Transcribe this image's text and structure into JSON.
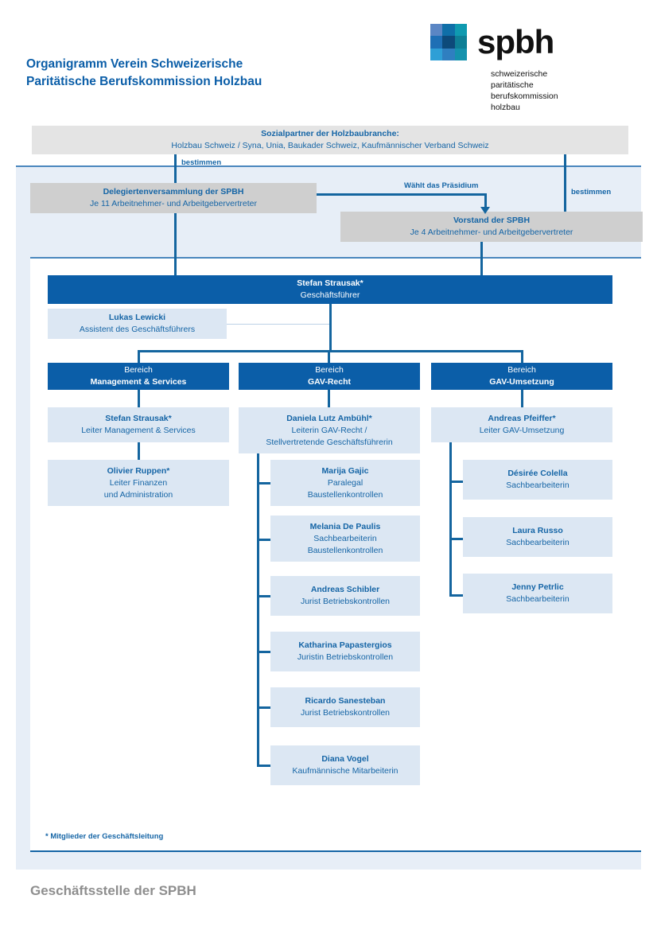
{
  "header": {
    "title_line1": "Organigramm Verein Schweizerische",
    "title_line2": "Paritätische Berufskommission Holzbau",
    "logo_word": "spbh",
    "logo_sub_line1": "schweizerische",
    "logo_sub_line2": "paritätische",
    "logo_sub_line3": "berufskommission",
    "logo_sub_line4": "holzbau",
    "logo_colors": [
      "#5b86c4",
      "#0f6fa8",
      "#0f9ab0",
      "#1f6fb5",
      "#0d4a7a",
      "#0e7f96",
      "#2e9fd6",
      "#2f7fc0",
      "#1592ad"
    ]
  },
  "colors": {
    "navy": "#0b5ea8",
    "accent_line": "#14659f",
    "light_box": "#dce7f3",
    "gray_box": "#cfcfcf",
    "panel_blue": "#e7eef7",
    "text_blue": "#1565a6",
    "caption_gray": "#8e8e8e"
  },
  "chart_data": {
    "type": "diagram",
    "title": "Organigramm Verein Schweizerische Paritätische Berufskommission Holzbau",
    "nodes": [
      {
        "id": "sozialpartner",
        "name": "Sozialpartner der Holzbaubranche:",
        "role": "Holzbau Schweiz / Syna, Unia, Baukader Schweiz, Kaufmännischer Verband Schweiz",
        "level": 0,
        "style": "gray"
      },
      {
        "id": "delegierten",
        "name": "Delegiertenversammlung der SPBH",
        "role": "Je 11 Arbeitnehmer- und Arbeitgebervertreter",
        "level": 1,
        "style": "gray"
      },
      {
        "id": "vorstand",
        "name": "Vorstand der SPBH",
        "role": "Je 4 Arbeitnehmer- und Arbeitgebervertreter",
        "level": 1,
        "style": "gray"
      },
      {
        "id": "gf",
        "name": "Stefan Strausak*",
        "role": "Geschäftsführer",
        "level": 2,
        "style": "navy"
      },
      {
        "id": "assistent",
        "name": "Lukas Lewicki",
        "role": "Assistent des Geschäftsführers",
        "level": 3,
        "style": "lite"
      },
      {
        "id": "bereich1",
        "name": "Bereich",
        "role": "Management & Services",
        "level": 4,
        "style": "navy"
      },
      {
        "id": "bereich2",
        "name": "Bereich",
        "role": "GAV-Recht",
        "level": 4,
        "style": "navy"
      },
      {
        "id": "bereich3",
        "name": "Bereich",
        "role": "GAV-Umsetzung",
        "level": 4,
        "style": "navy"
      },
      {
        "id": "leiter1",
        "name": "Stefan Strausak*",
        "role": "Leiter Management & Services",
        "level": 5,
        "style": "lite"
      },
      {
        "id": "leiter2",
        "name": "Daniela Lutz Ambühl*",
        "role": "Leiterin GAV-Recht / Stellvertretende Geschäftsführerin",
        "level": 5,
        "style": "lite"
      },
      {
        "id": "leiter3",
        "name": "Andreas Pfeiffer*",
        "role": "Leiter GAV-Umsetzung",
        "level": 5,
        "style": "lite"
      }
    ],
    "edges": [
      {
        "from": "sozialpartner",
        "to": "delegierten",
        "label": "bestimmen"
      },
      {
        "from": "sozialpartner",
        "to": "vorstand",
        "label": "bestimmen"
      },
      {
        "from": "delegierten",
        "to": "vorstand",
        "label": "Wählt das Präsidium"
      },
      {
        "from": "delegierten",
        "to": "gf",
        "label": ""
      },
      {
        "from": "vorstand",
        "to": "gf",
        "label": ""
      },
      {
        "from": "gf",
        "to": "assistent",
        "label": ""
      },
      {
        "from": "gf",
        "to": "bereich1",
        "label": ""
      },
      {
        "from": "gf",
        "to": "bereich2",
        "label": ""
      },
      {
        "from": "gf",
        "to": "bereich3",
        "label": ""
      }
    ]
  },
  "top": {
    "social_partners": {
      "title": "Sozialpartner der Holzbaubranche:",
      "members": "Holzbau Schweiz / Syna, Unia, Baukader Schweiz, Kaufmännischer Verband Schweiz"
    },
    "delegates": {
      "title": "Delegiertenversammlung der SPBH",
      "subtitle": "Je 11 Arbeitnehmer- und Arbeitgebervertreter"
    },
    "board": {
      "title": "Vorstand der SPBH",
      "subtitle": "Je 4 Arbeitnehmer- und Arbeitgebervertreter"
    },
    "edge_labels": {
      "bestimmen_left": "bestimmen",
      "bestimmen_right": "bestimmen",
      "waehlt": "Wählt das Präsidium"
    }
  },
  "management": {
    "ceo": {
      "name": "Stefan Strausak*",
      "role": "Geschäftsführer"
    },
    "assistant": {
      "name": "Lukas Lewicki",
      "role": "Assistent des Geschäftsführers"
    }
  },
  "columns": [
    {
      "header_top": "Bereich",
      "header_bottom": "Management & Services",
      "lead": {
        "name": "Stefan Strausak*",
        "role1": "Leiter Management & Services",
        "role2": ""
      },
      "staff": [
        {
          "name": "Olivier Ruppen*",
          "role1": "Leiter Finanzen",
          "role2": "und Administration"
        }
      ]
    },
    {
      "header_top": "Bereich",
      "header_bottom": "GAV-Recht",
      "lead": {
        "name": "Daniela Lutz Ambühl*",
        "role1": "Leiterin GAV-Recht /",
        "role2": "Stellvertretende Geschäftsführerin"
      },
      "staff": [
        {
          "name": "Marija Gajic",
          "role1": "Paralegal",
          "role2": "Baustellenkontrollen"
        },
        {
          "name": "Melania De Paulis",
          "role1": "Sachbearbeiterin",
          "role2": "Baustellenkontrollen"
        },
        {
          "name": "Andreas Schibler",
          "role1": "Jurist Betriebskontrollen",
          "role2": ""
        },
        {
          "name": "Katharina Papastergios",
          "role1": "Juristin Betriebskontrollen",
          "role2": ""
        },
        {
          "name": "Ricardo Sanesteban",
          "role1": "Jurist Betriebskontrollen",
          "role2": ""
        },
        {
          "name": "Diana Vogel",
          "role1": "Kaufmännische Mitarbeiterin",
          "role2": ""
        }
      ]
    },
    {
      "header_top": "Bereich",
      "header_bottom": "GAV-Umsetzung",
      "lead": {
        "name": "Andreas Pfeiffer*",
        "role1": "Leiter GAV-Umsetzung",
        "role2": ""
      },
      "staff": [
        {
          "name": "Désirée Colella",
          "role1": "Sachbearbeiterin",
          "role2": ""
        },
        {
          "name": "Laura Russo",
          "role1": "Sachbearbeiterin",
          "role2": ""
        },
        {
          "name": "Jenny Petrlic",
          "role1": "Sachbearbeiterin",
          "role2": ""
        }
      ]
    }
  ],
  "footer": {
    "footnote": "* Mitglieder der Geschäftsleitung",
    "caption": "Geschäftsstelle der SPBH"
  }
}
